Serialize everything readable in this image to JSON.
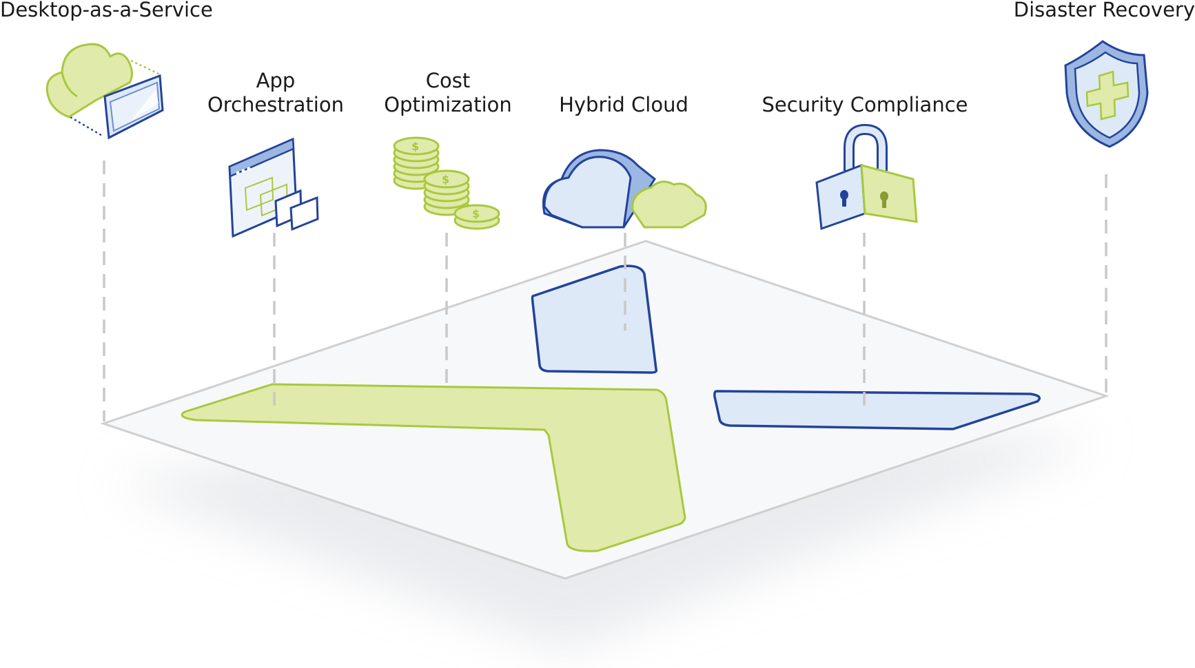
{
  "labels": {
    "daas": "Desktop-as-a-Service",
    "app_line1": "App",
    "app_line2": "Orchestration",
    "cost_line1": "Cost",
    "cost_line2": "Optimization",
    "hybrid": "Hybrid Cloud",
    "security": "Security Compliance",
    "dr": "Disaster Recovery"
  },
  "icons": {
    "daas": "cloud-desktop-icon",
    "app": "app-windows-icon",
    "cost": "coin-stack-icon",
    "hybrid": "hybrid-cloud-icon",
    "security": "padlock-icon",
    "dr": "shield-cross-icon"
  },
  "colors": {
    "green_fill": "#dfeaab",
    "green_stroke": "#a9c83d",
    "blue_fill": "#dde9f7",
    "blue_stroke": "#23439a",
    "mid_blue": "#9bb7e2",
    "plane_fill": "#f7f8fa",
    "plane_stroke": "#cfcfcf",
    "dash": "#c8c8c8"
  }
}
